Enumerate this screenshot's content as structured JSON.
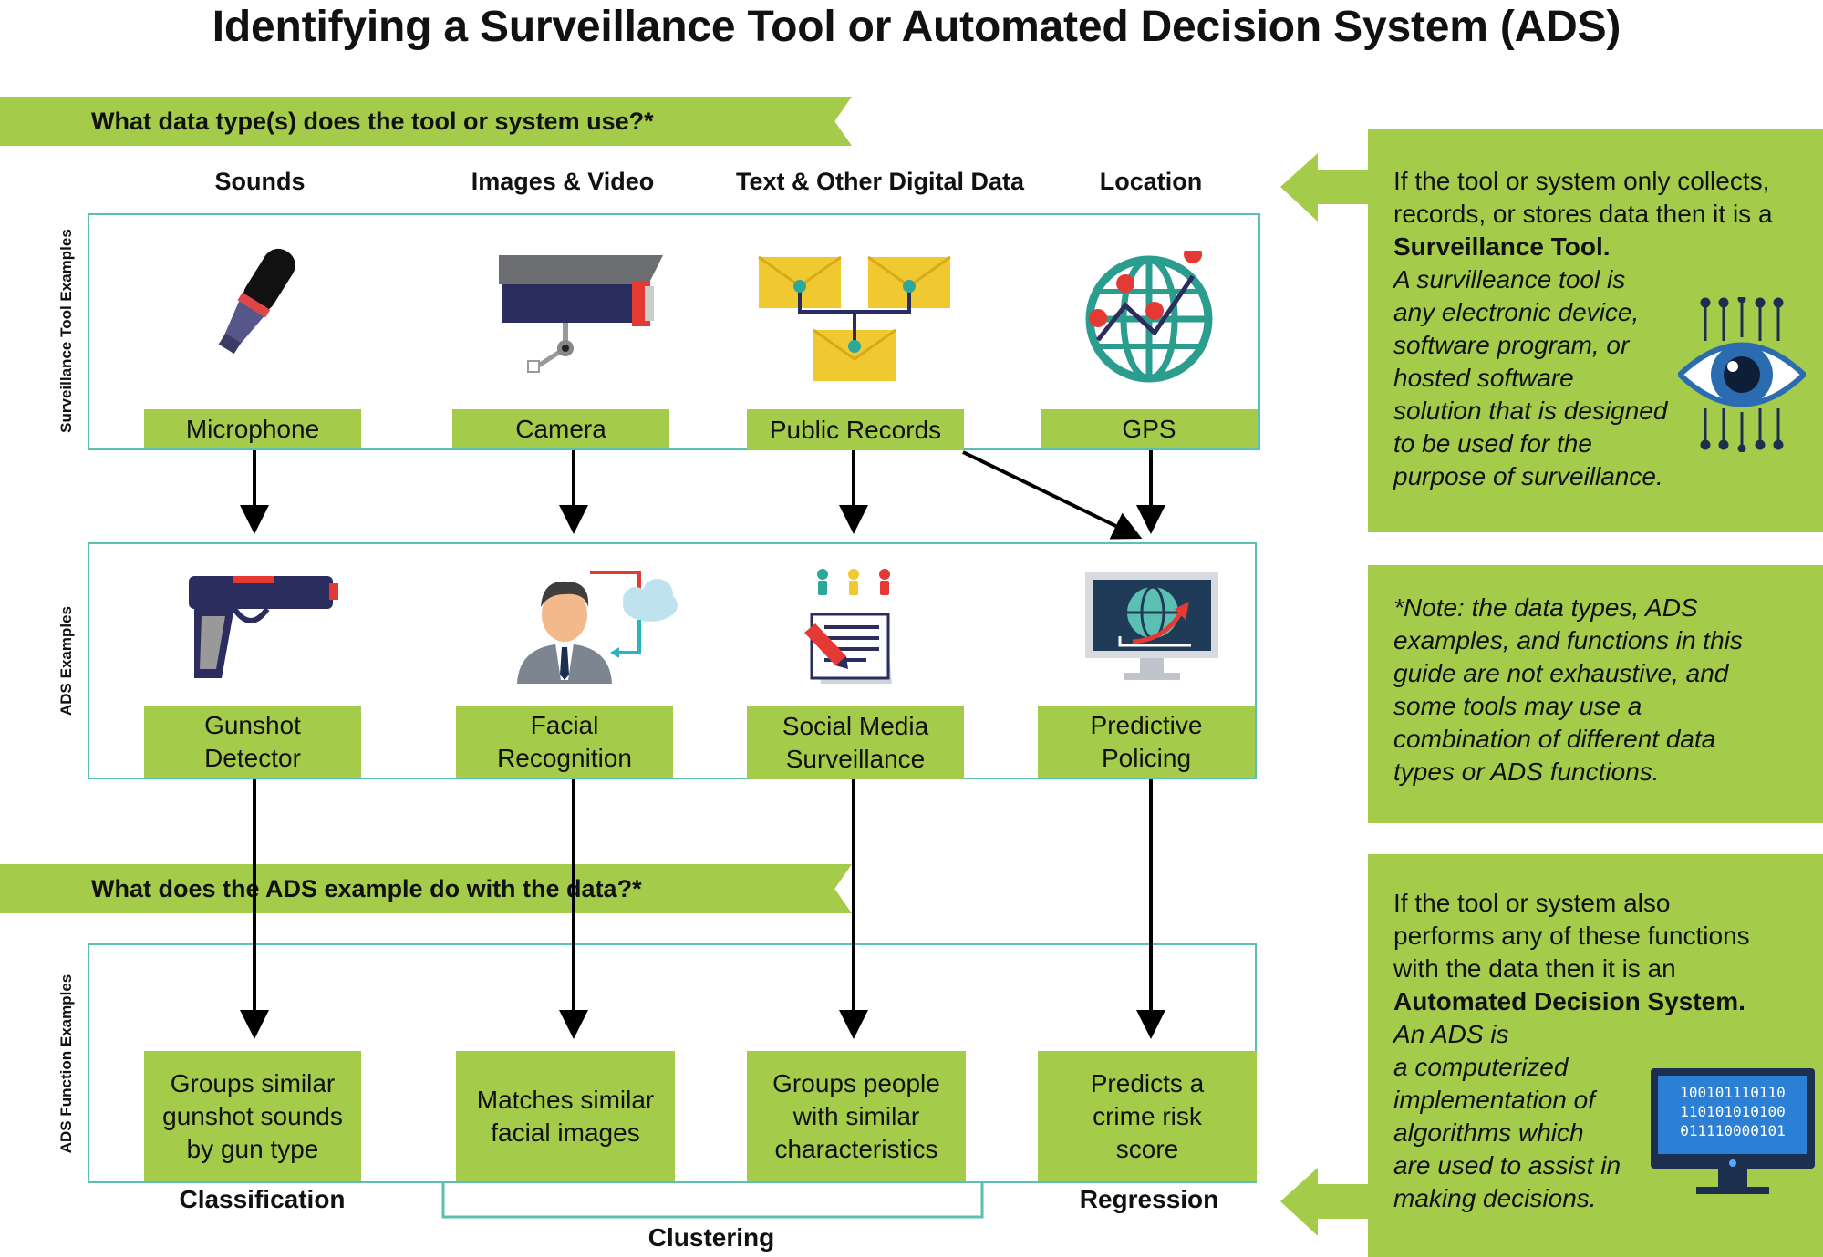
{
  "title": "Identifying a Surveillance Tool or Automated Decision System (ADS)",
  "banner1": "What data type(s) does the tool or system use?*",
  "banner2": "What does the ADS example do with the data?*",
  "columns": [
    "Sounds",
    "Images & Video",
    "Text & Other Digital Data",
    "Location"
  ],
  "row_labels": {
    "tools": "Surveillance Tool Examples",
    "ads": "ADS Examples",
    "functions": "ADS Function Examples"
  },
  "tools": [
    "Microphone",
    "Camera",
    "Public Records",
    "GPS"
  ],
  "ads": [
    "Gunshot\nDetector",
    "Facial\nRecognition",
    "Social Media\nSurveillance",
    "Predictive\nPolicing"
  ],
  "functions": [
    "Groups similar\ngunshot sounds\nby gun type",
    "Matches similar\nfacial images",
    "Groups people\nwith similar\ncharacteristics",
    "Predicts a\ncrime risk\nscore"
  ],
  "function_types": {
    "classification": "Classification",
    "clustering": "Clustering",
    "regression": "Regression"
  },
  "side1": {
    "line1": "If the tool or system only collects,",
    "line2": "records, or stores data then it is a",
    "bold": "Surveillance Tool.",
    "italic": [
      "A survilleance tool is",
      "any electronic device,",
      "software program, or",
      "hosted software",
      "solution that is designed",
      "to be used for the",
      "purpose of surveillance."
    ]
  },
  "side2": {
    "italic": [
      "*Note: the data types, ADS",
      "examples, and functions in this",
      "guide are not exhaustive, and",
      "some tools may use a",
      "combination of different data",
      "types or ADS functions."
    ]
  },
  "side3": {
    "lines": [
      "If the tool or system also",
      "performs any of these functions",
      "with the data then it is an"
    ],
    "bold": "Automated Decision System.",
    "italic": [
      "An ADS is",
      "a computerized",
      "implementation of",
      "algorithms which",
      "are used to assist in",
      "making decisions."
    ]
  },
  "binary": [
    "100101110110",
    "110101010100",
    "011110000101"
  ],
  "colors": {
    "green": "#a4cb49",
    "teal": "#5bbfb2",
    "navy": "#1c2f4f"
  }
}
